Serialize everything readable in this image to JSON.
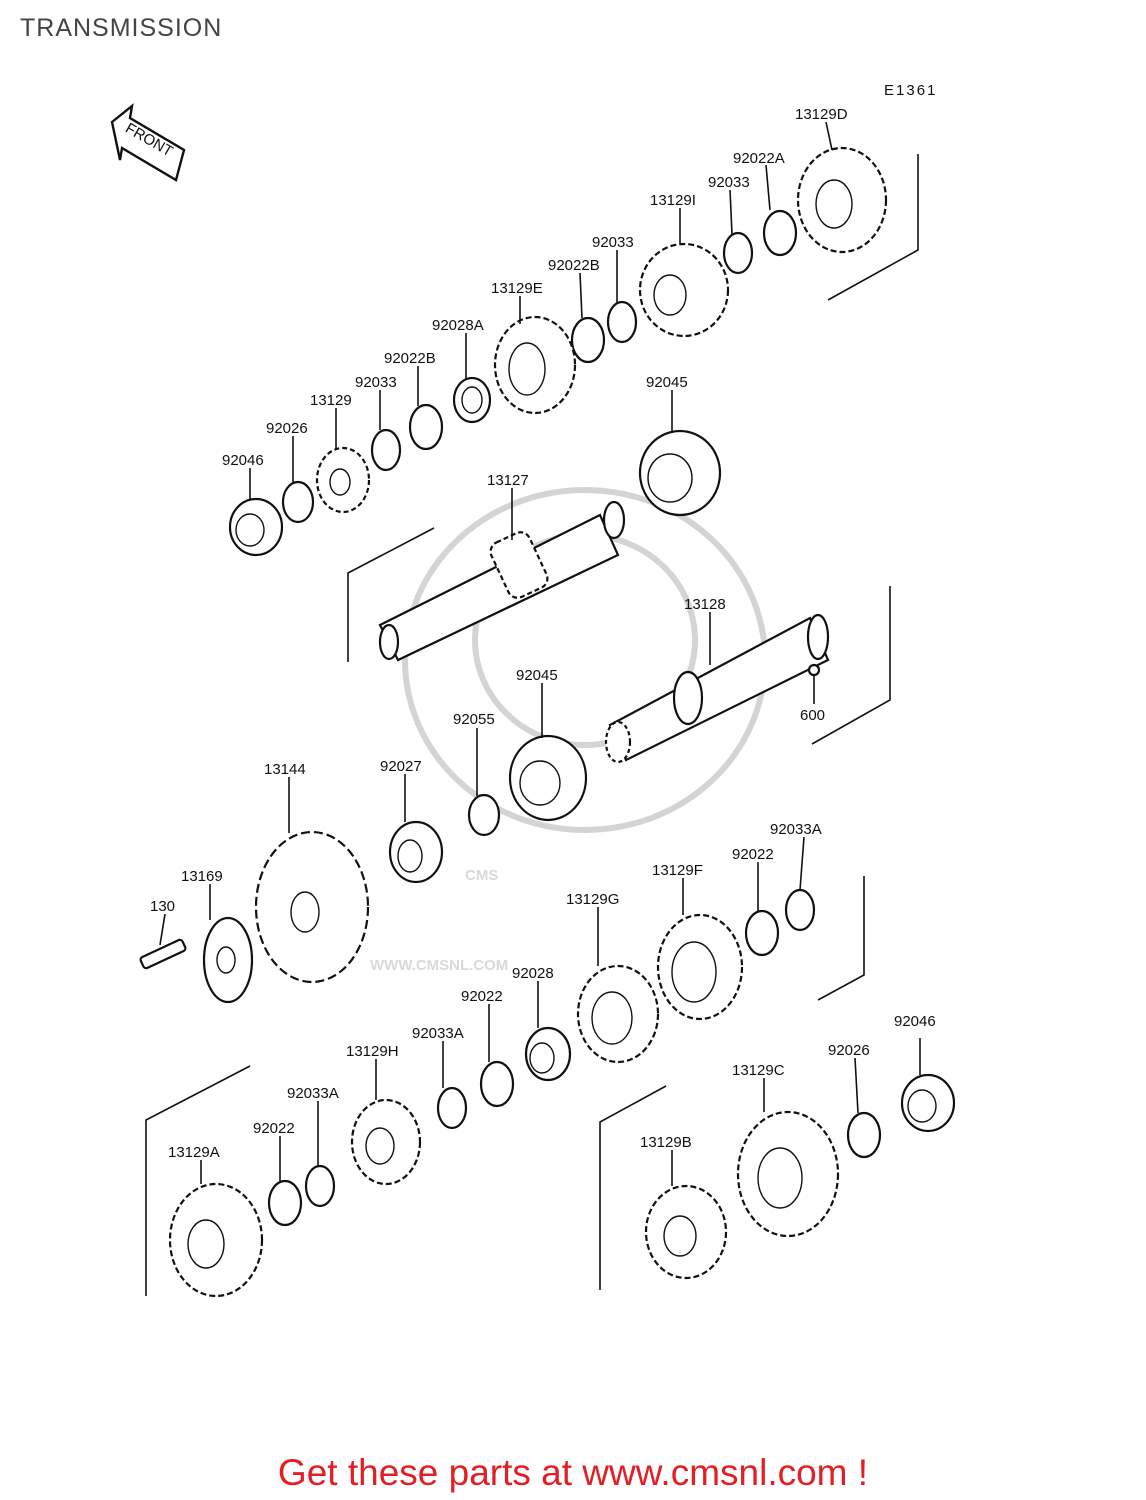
{
  "title": "TRANSMISSION",
  "diagram_code": "E1361",
  "front_label": "FRONT",
  "watermark": {
    "logo": "CMS",
    "url": "WWW.CMSNL.COM"
  },
  "promo": "Get these parts at www.cmsnl.com !",
  "callouts": [
    {
      "id": "c-13129D",
      "label": "13129D"
    },
    {
      "id": "c-92022A",
      "label": "92022A"
    },
    {
      "id": "c-92033-top",
      "label": "92033"
    },
    {
      "id": "c-13129I",
      "label": "13129I"
    },
    {
      "id": "c-92033-mid",
      "label": "92033"
    },
    {
      "id": "c-92022B-a",
      "label": "92022B"
    },
    {
      "id": "c-13129E",
      "label": "13129E"
    },
    {
      "id": "c-92028A",
      "label": "92028A"
    },
    {
      "id": "c-92022B-b",
      "label": "92022B"
    },
    {
      "id": "c-92033-low",
      "label": "92033"
    },
    {
      "id": "c-13129",
      "label": "13129"
    },
    {
      "id": "c-92026-top",
      "label": "92026"
    },
    {
      "id": "c-92046-top",
      "label": "92046"
    },
    {
      "id": "c-92045-top",
      "label": "92045"
    },
    {
      "id": "c-13127",
      "label": "13127"
    },
    {
      "id": "c-13128",
      "label": "13128"
    },
    {
      "id": "c-600",
      "label": "600"
    },
    {
      "id": "c-92045-mid",
      "label": "92045"
    },
    {
      "id": "c-92055",
      "label": "92055"
    },
    {
      "id": "c-13144",
      "label": "13144"
    },
    {
      "id": "c-92027",
      "label": "92027"
    },
    {
      "id": "c-13169",
      "label": "13169"
    },
    {
      "id": "c-130",
      "label": "130"
    },
    {
      "id": "c-92033A-r",
      "label": "92033A"
    },
    {
      "id": "c-92022-r",
      "label": "92022"
    },
    {
      "id": "c-13129F",
      "label": "13129F"
    },
    {
      "id": "c-13129G",
      "label": "13129G"
    },
    {
      "id": "c-92028",
      "label": "92028"
    },
    {
      "id": "c-92022-m",
      "label": "92022"
    },
    {
      "id": "c-92033A-m",
      "label": "92033A"
    },
    {
      "id": "c-13129H",
      "label": "13129H"
    },
    {
      "id": "c-92033A-l",
      "label": "92033A"
    },
    {
      "id": "c-92022-l",
      "label": "92022"
    },
    {
      "id": "c-13129A",
      "label": "13129A"
    },
    {
      "id": "c-13129C",
      "label": "13129C"
    },
    {
      "id": "c-92026-bot",
      "label": "92026"
    },
    {
      "id": "c-92046-bot",
      "label": "92046"
    },
    {
      "id": "c-13129B",
      "label": "13129B"
    }
  ]
}
